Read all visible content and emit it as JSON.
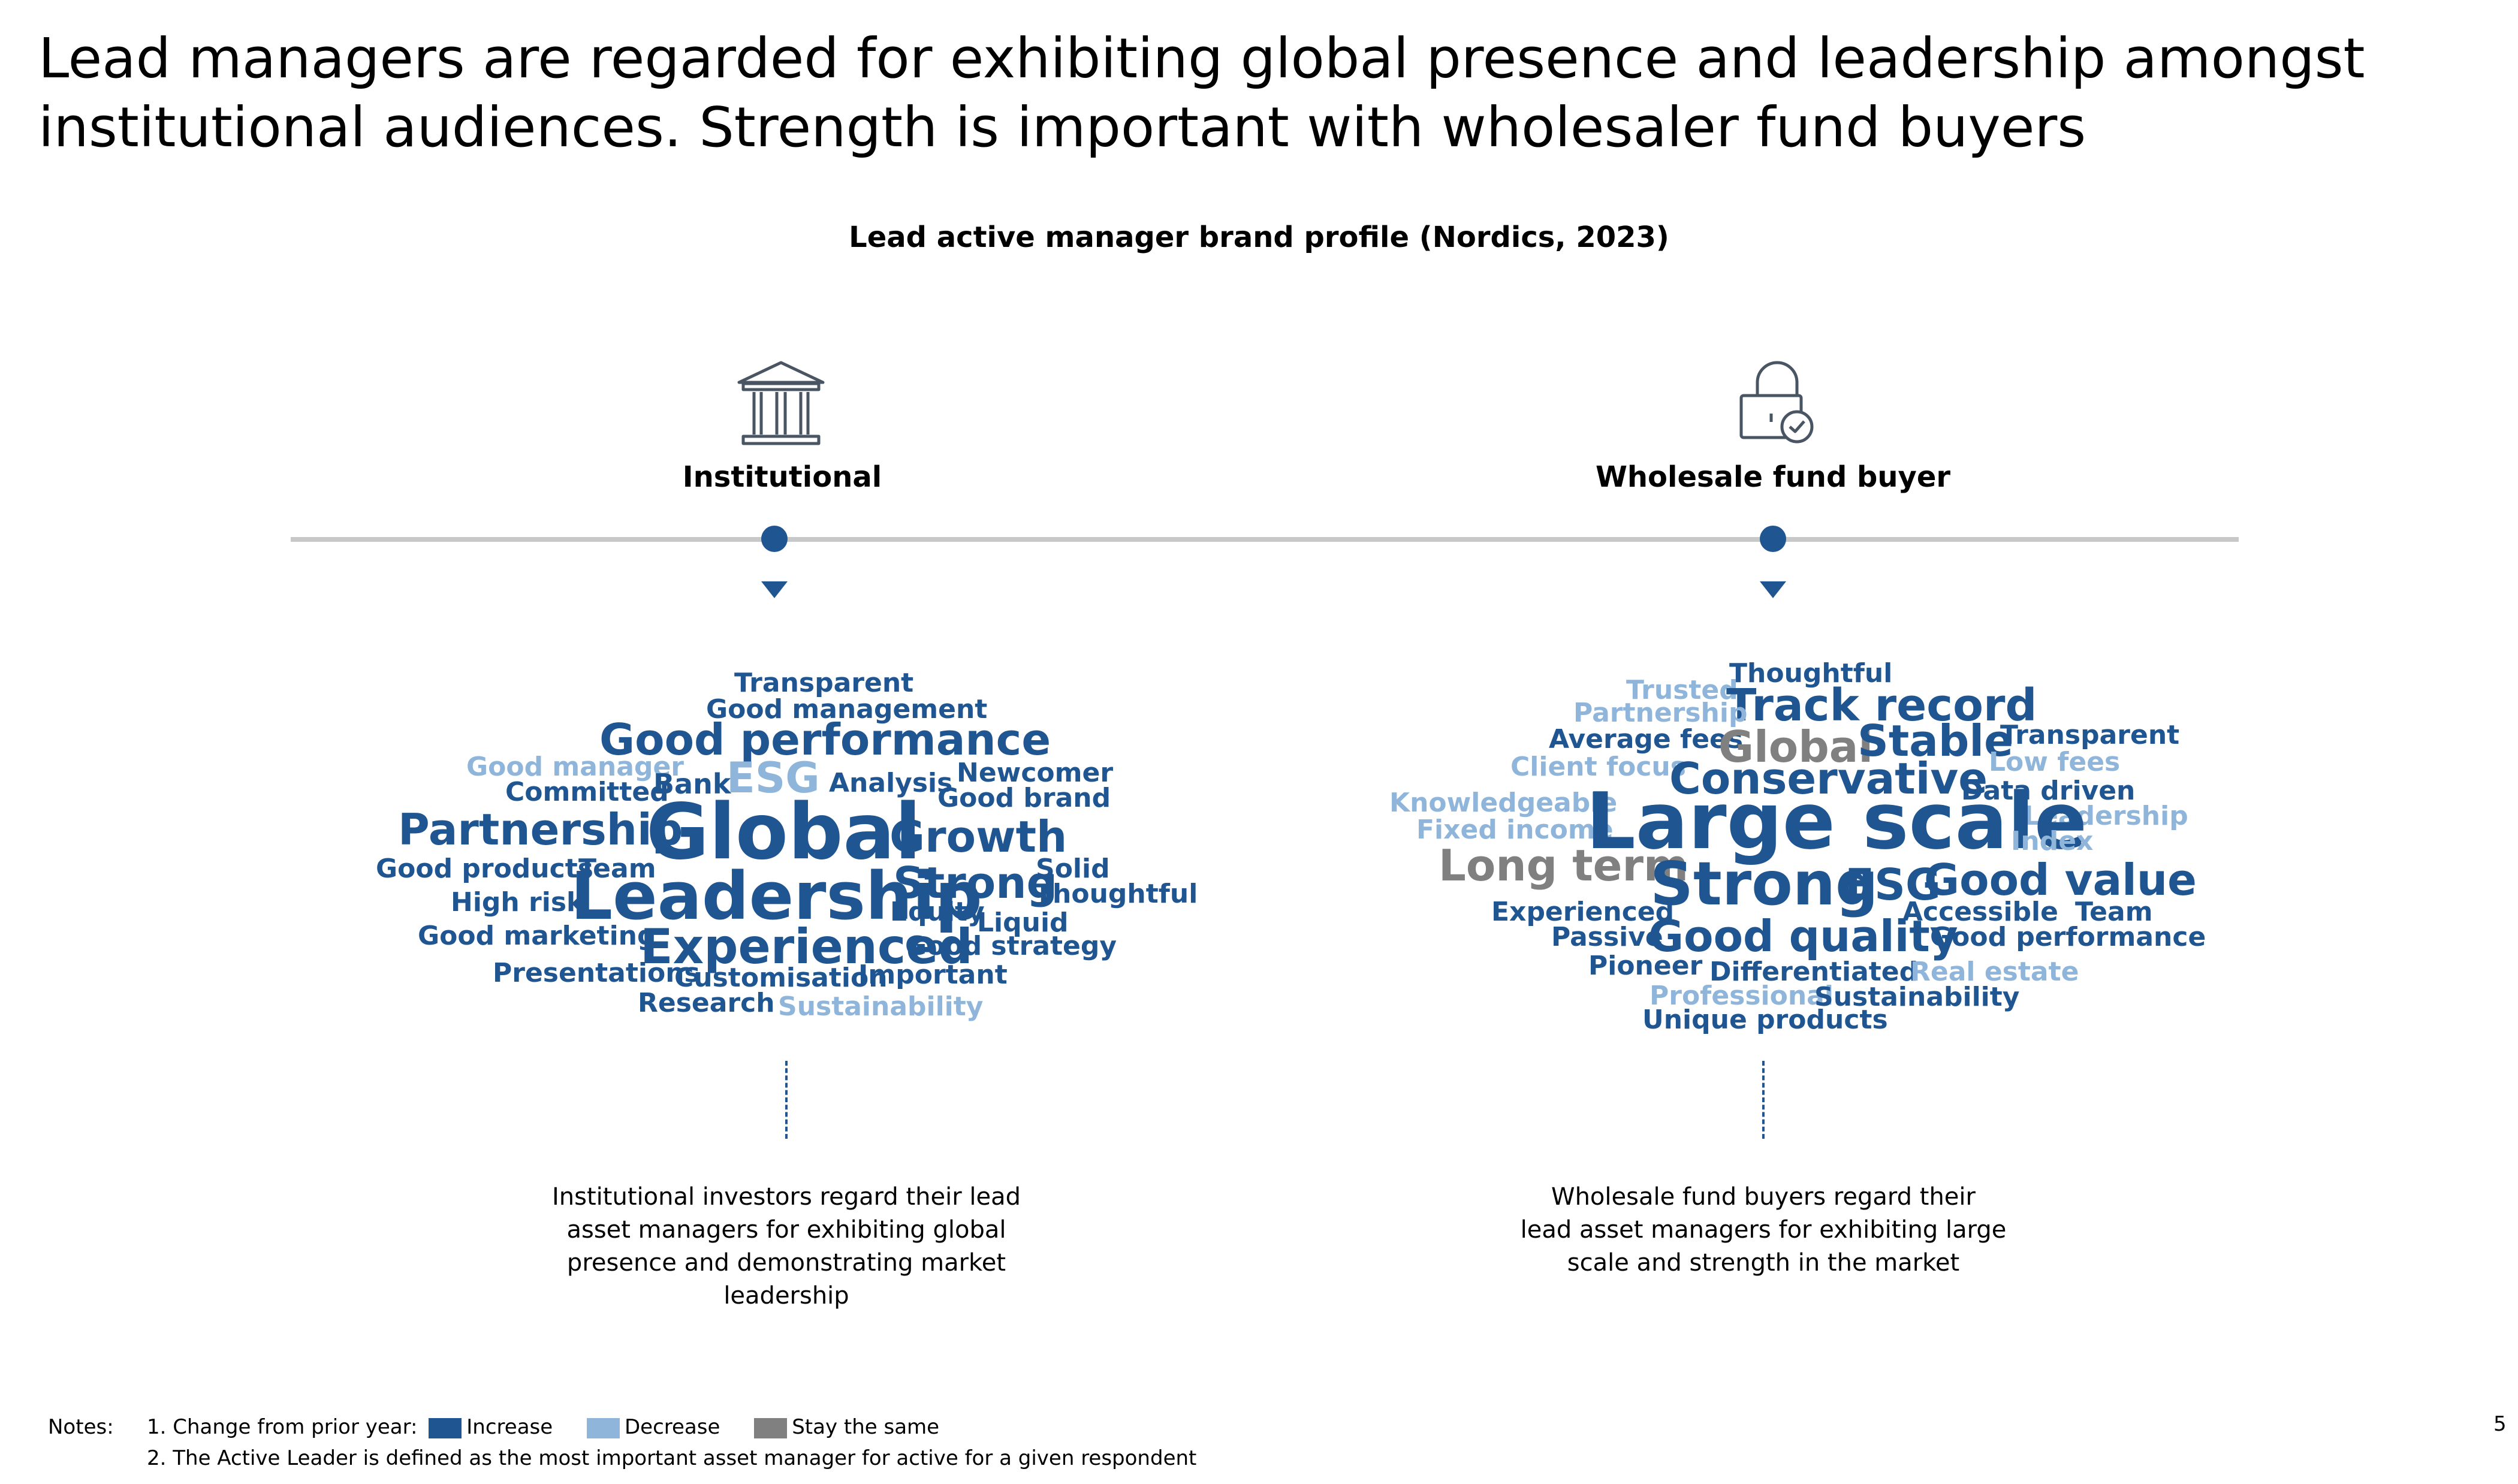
{
  "title": {
    "line1": "Lead managers are regarded for exhibiting global presence and leadership amongst",
    "line2": "institutional audiences. Strength is important with wholesaler fund buyers"
  },
  "subtitle": "Lead active manager brand profile (Nordics, 2023)",
  "colors": {
    "increase": "#1f5590",
    "decrease": "#8fb6da",
    "same": "#808080"
  },
  "segments": [
    {
      "label": "Institutional",
      "icon": "bank-building-icon",
      "description": [
        "Institutional investors regard their lead",
        "asset managers for exhibiting global",
        "presence and demonstrating market",
        "leadership"
      ],
      "words": [
        {
          "text": "Transparent",
          "change": "increase"
        },
        {
          "text": "Good management",
          "change": "increase"
        },
        {
          "text": "Good performance",
          "change": "increase"
        },
        {
          "text": "Good manager",
          "change": "decrease"
        },
        {
          "text": "Newcomer",
          "change": "increase"
        },
        {
          "text": "Committed",
          "change": "increase"
        },
        {
          "text": "Bank",
          "change": "increase"
        },
        {
          "text": "ESG",
          "change": "decrease"
        },
        {
          "text": "Analysis",
          "change": "increase"
        },
        {
          "text": "Good brand",
          "change": "increase"
        },
        {
          "text": "Partnership",
          "change": "increase"
        },
        {
          "text": "Global",
          "change": "increase"
        },
        {
          "text": "Growth",
          "change": "increase"
        },
        {
          "text": "Good products",
          "change": "increase"
        },
        {
          "text": "Team",
          "change": "increase"
        },
        {
          "text": "Strong",
          "change": "increase"
        },
        {
          "text": "Solid",
          "change": "increase"
        },
        {
          "text": "High risk",
          "change": "increase"
        },
        {
          "text": "Leadership",
          "change": "increase"
        },
        {
          "text": "Thoughtful",
          "change": "increase"
        },
        {
          "text": "Equity",
          "change": "increase"
        },
        {
          "text": "Liquid",
          "change": "increase"
        },
        {
          "text": "Good marketing",
          "change": "increase"
        },
        {
          "text": "Experienced",
          "change": "increase"
        },
        {
          "text": "Good strategy",
          "change": "increase"
        },
        {
          "text": "Presentations",
          "change": "increase"
        },
        {
          "text": "Customisation",
          "change": "increase"
        },
        {
          "text": "Important",
          "change": "increase"
        },
        {
          "text": "Research",
          "change": "increase"
        },
        {
          "text": "Sustainability",
          "change": "decrease"
        }
      ]
    },
    {
      "label": "Wholesale fund buyer",
      "icon": "padlock-check-icon",
      "description": [
        "Wholesale fund buyers regard their",
        "lead asset managers for exhibiting large",
        "scale and strength in the market"
      ],
      "words": [
        {
          "text": "Thoughtful",
          "change": "increase"
        },
        {
          "text": "Trusted",
          "change": "decrease"
        },
        {
          "text": "Track record",
          "change": "increase"
        },
        {
          "text": "Partnership",
          "change": "decrease"
        },
        {
          "text": "Transparent",
          "change": "increase"
        },
        {
          "text": "Average fees",
          "change": "increase"
        },
        {
          "text": "Global",
          "change": "same"
        },
        {
          "text": "Stable",
          "change": "increase"
        },
        {
          "text": "Low fees",
          "change": "decrease"
        },
        {
          "text": "Client focus",
          "change": "decrease"
        },
        {
          "text": "Conservative",
          "change": "increase"
        },
        {
          "text": "Data driven",
          "change": "increase"
        },
        {
          "text": "Knowledgeable",
          "change": "decrease"
        },
        {
          "text": "Leadership",
          "change": "decrease"
        },
        {
          "text": "Fixed income",
          "change": "decrease"
        },
        {
          "text": "Large scale",
          "change": "increase"
        },
        {
          "text": "Index",
          "change": "decrease"
        },
        {
          "text": "Long term",
          "change": "same"
        },
        {
          "text": "Strong",
          "change": "increase"
        },
        {
          "text": "ESG",
          "change": "increase"
        },
        {
          "text": "Good value",
          "change": "increase"
        },
        {
          "text": "Experienced",
          "change": "increase"
        },
        {
          "text": "Accessible",
          "change": "increase"
        },
        {
          "text": "Team",
          "change": "increase"
        },
        {
          "text": "Passive",
          "change": "increase"
        },
        {
          "text": "Good quality",
          "change": "increase"
        },
        {
          "text": "Good performance",
          "change": "increase"
        },
        {
          "text": "Pioneer",
          "change": "increase"
        },
        {
          "text": "Differentiated",
          "change": "increase"
        },
        {
          "text": "Real estate",
          "change": "decrease"
        },
        {
          "text": "Professional",
          "change": "decrease"
        },
        {
          "text": "Sustainability",
          "change": "increase"
        },
        {
          "text": "Unique products",
          "change": "increase"
        }
      ]
    }
  ],
  "notes": {
    "label": "Notes:",
    "note1_prefix": "1.  Change from prior year:",
    "legend": [
      {
        "label": "Increase",
        "color": "#1f5590"
      },
      {
        "label": "Decrease",
        "color": "#8fb6da"
      },
      {
        "label": "Stay the same",
        "color": "#808080"
      }
    ],
    "note2": "2. The Active Leader is defined as the most important asset manager for active for a given respondent"
  },
  "page_number": "5"
}
